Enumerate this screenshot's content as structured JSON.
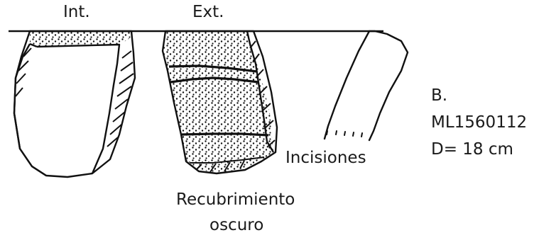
{
  "labels": {
    "interior": "Int.",
    "exterior": "Ext.",
    "incisions": "Incisiones",
    "coating_line1": "Recubrimiento",
    "coating_line2": "oscuro"
  },
  "specimen": {
    "letter": "B.",
    "id": "ML1560112",
    "diameter": "D= 18 cm"
  }
}
